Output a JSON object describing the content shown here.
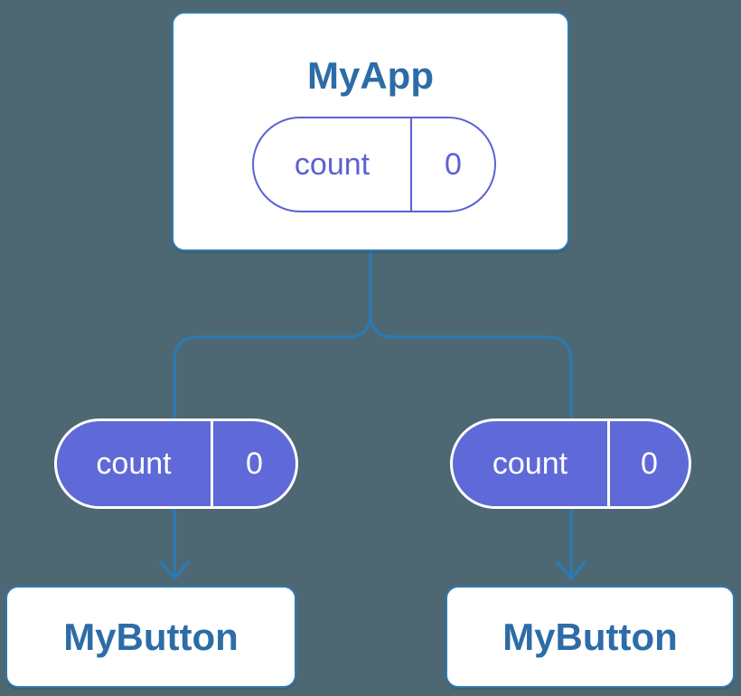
{
  "colors": {
    "background": "#4d6872",
    "connector_blue": "#2e79b0",
    "card_border_blue": "#2f7ab1",
    "card_background": "#ffffff",
    "heading_text_blue": "#2d6ca6",
    "state_pill_purple_outline": "#5c61d4",
    "props_pill_purple_fill": "#5f6ad8",
    "props_pill_text": "#ffffff"
  },
  "parent": {
    "title": "MyApp",
    "state_pill": {
      "name": "count",
      "value": "0"
    }
  },
  "children": [
    {
      "title": "MyButton",
      "props_pill": {
        "name": "count",
        "value": "0"
      }
    },
    {
      "title": "MyButton",
      "props_pill": {
        "name": "count",
        "value": "0"
      }
    }
  ]
}
